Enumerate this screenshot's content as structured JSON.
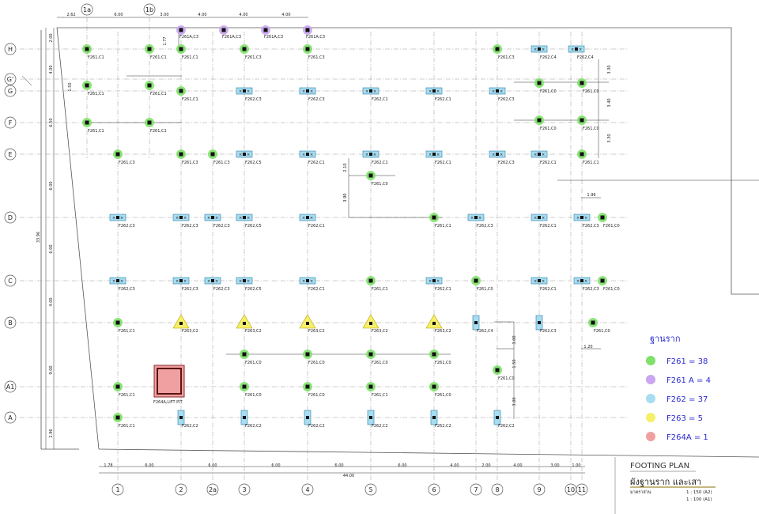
{
  "grid": {
    "columns": [
      "1a",
      "1b",
      "1",
      "2",
      "2a",
      "3",
      "4",
      "5",
      "6",
      "7",
      "8",
      "9",
      "10",
      "11"
    ],
    "rows": [
      "H",
      "G'",
      "G",
      "F",
      "E",
      "D",
      "C",
      "B",
      "A1",
      "A"
    ]
  },
  "dims": {
    "top": [
      "6.00",
      "3.00",
      "4.00",
      "4.00",
      "4.00",
      "2.62"
    ],
    "bottom": [
      "1.78",
      "6.00",
      "6.00",
      "6.00",
      "6.00",
      "6.00",
      "4.00",
      "2.00",
      "4.00",
      "3.00",
      "1.00"
    ],
    "total_bottom": "44.00",
    "left": [
      "2.00",
      "4.00",
      "6.50",
      "6.00",
      "6.00",
      "4.00",
      "9.00",
      "2.96",
      "1.50"
    ],
    "left_total": "33.96",
    "misc": [
      "1.77",
      "3.30",
      "3.40",
      "3.30",
      "2.10",
      "3.90",
      "1.96",
      "1.20",
      "3.00",
      "1.50",
      "3.00"
    ]
  },
  "footings": [
    {
      "label": "F261,C1"
    },
    {
      "label": "F261,C1"
    },
    {
      "label": "F261,C1"
    },
    {
      "label": "F261,C3"
    },
    {
      "label": "F261,C3"
    },
    {
      "label": "F261,C3"
    },
    {
      "label": "F262,C4"
    },
    {
      "label": "F262,C4"
    },
    {
      "label": "F261,C1"
    },
    {
      "label": "F261,C1"
    },
    {
      "label": "F261,C1"
    },
    {
      "label": "F262,C3"
    },
    {
      "label": "F262,C3"
    },
    {
      "label": "F262,C1"
    },
    {
      "label": "F262,C1"
    },
    {
      "label": "F262,C3"
    },
    {
      "label": "F261,C0"
    },
    {
      "label": "F261,C0"
    },
    {
      "label": "F261,C1"
    },
    {
      "label": "F261,C1"
    },
    {
      "label": "F261,C0"
    },
    {
      "label": "F261,C0"
    },
    {
      "label": "F261,C3"
    },
    {
      "label": "F261,C3"
    },
    {
      "label": "F261,C3"
    },
    {
      "label": "F262,C5"
    },
    {
      "label": "F262,C1"
    },
    {
      "label": "F262,C1"
    },
    {
      "label": "F262,C1"
    },
    {
      "label": "F262,C3"
    },
    {
      "label": "F262,C1"
    },
    {
      "label": "F261,C1"
    },
    {
      "label": "F261,C0"
    },
    {
      "label": "F262,C3"
    },
    {
      "label": "F262,C3"
    },
    {
      "label": "F262,C3"
    },
    {
      "label": "F262,C5"
    },
    {
      "label": "F262,C1"
    },
    {
      "label": "F261,C1"
    },
    {
      "label": "F262,C3"
    },
    {
      "label": "F262,C1"
    },
    {
      "label": "F262,C3"
    },
    {
      "label": "F261,C0"
    },
    {
      "label": "F262,C3"
    },
    {
      "label": "F262,C3"
    },
    {
      "label": "F262,C3"
    },
    {
      "label": "F262,C5"
    },
    {
      "label": "F262,C1"
    },
    {
      "label": "F261,C1"
    },
    {
      "label": "F262,C1"
    },
    {
      "label": "F261,C0"
    },
    {
      "label": "F262,C1"
    },
    {
      "label": "F262,C3"
    },
    {
      "label": "F261,C0"
    },
    {
      "label": "F261,C1"
    },
    {
      "label": "F263,C2"
    },
    {
      "label": "F263,C2"
    },
    {
      "label": "F263,C2"
    },
    {
      "label": "F263,C2"
    },
    {
      "label": "F263,C2"
    },
    {
      "label": "F262,C4"
    },
    {
      "label": "F262,C3"
    },
    {
      "label": "F261,C0"
    },
    {
      "label": "F261,C0"
    },
    {
      "label": "F261,C0"
    },
    {
      "label": "F261,C0"
    },
    {
      "label": "F261,C0"
    },
    {
      "label": "F261,C1"
    },
    {
      "label": "F261,C0"
    },
    {
      "label": "F261,C0"
    },
    {
      "label": "F261,C0"
    },
    {
      "label": "F261,C1"
    },
    {
      "label": "F261,C0"
    },
    {
      "label": "F261,C1"
    },
    {
      "label": "F262,C2"
    },
    {
      "label": "F262,C2"
    },
    {
      "label": "F262,C2"
    },
    {
      "label": "F262,C2"
    },
    {
      "label": "F262,C2"
    },
    {
      "label": "F262,C2"
    },
    {
      "label": "F261A,C3"
    },
    {
      "label": "F261A,C3"
    },
    {
      "label": "F261A,C3"
    },
    {
      "label": "F261A,C3"
    }
  ],
  "lift_pit": {
    "label": "F264A,LIFT PIT"
  },
  "legend": {
    "title": "ฐานราก",
    "items": [
      {
        "text": "F261  = 38",
        "color": "#7fe06a"
      },
      {
        "text": "F261 A  = 4",
        "color": "#c9a6f0"
      },
      {
        "text": "F262  = 37",
        "color": "#a8dcf0"
      },
      {
        "text": "F263  = 5",
        "color": "#f5ef6a"
      },
      {
        "text": "F264A  = 1",
        "color": "#f0a0a0"
      }
    ]
  },
  "title_block": {
    "title": "FOOTING PLAN",
    "thai": "ผังฐานราก และเสา",
    "scale_label": "มาตราส่วน",
    "scale1": "1 : 150 (A2)",
    "scale2": "1 : 100 (A1)"
  },
  "colors": {
    "green": "#7fe06a",
    "purple": "#c9a6f0",
    "blue": "#a8dcf0",
    "yellow": "#f5ef6a",
    "pink": "#f0a0a0",
    "grid": "#888888"
  }
}
